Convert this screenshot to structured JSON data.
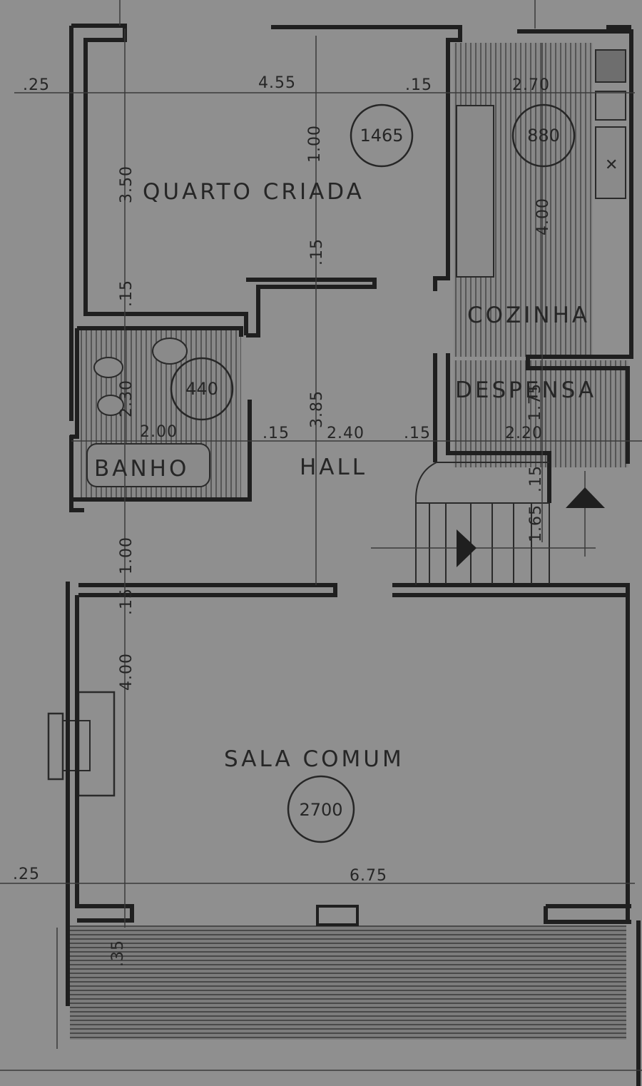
{
  "rooms": {
    "quarto": "QUARTO CRIADA",
    "cozinha": "COZINHA",
    "despensa": "DESPENSA",
    "banho": "BANHO",
    "hall": "HALL",
    "sala": "SALA COMUM"
  },
  "areas": {
    "quarto": "1465",
    "cozinha": "880",
    "banho": "440",
    "sala": "2700"
  },
  "dimensions": {
    "top_left_offset": ".25",
    "quarto_width": "4.55",
    "quarto_wall": ".15",
    "cozinha_width": "2.70",
    "quarto_depth": "3.50",
    "quarto_closet": "1.00",
    "hall_wall_1": ".15",
    "hall_wall_2": ".15",
    "cozinha_depth": "4.00",
    "banho_depth": "2.30",
    "hall_depth": "3.85",
    "banho_width": "2.00",
    "banho_wall": ".15",
    "hall_width": "2.40",
    "hall_wall_3": ".15",
    "despensa_width": "2.20",
    "despensa_depth": "1.75",
    "stair_top": ".15",
    "stair_depth": "1.65",
    "corridor": "1.00",
    "sala_wall": ".15",
    "sala_depth": "4.00",
    "bottom_left_offset": ".25",
    "sala_width": "6.75",
    "balcony": ".35"
  }
}
